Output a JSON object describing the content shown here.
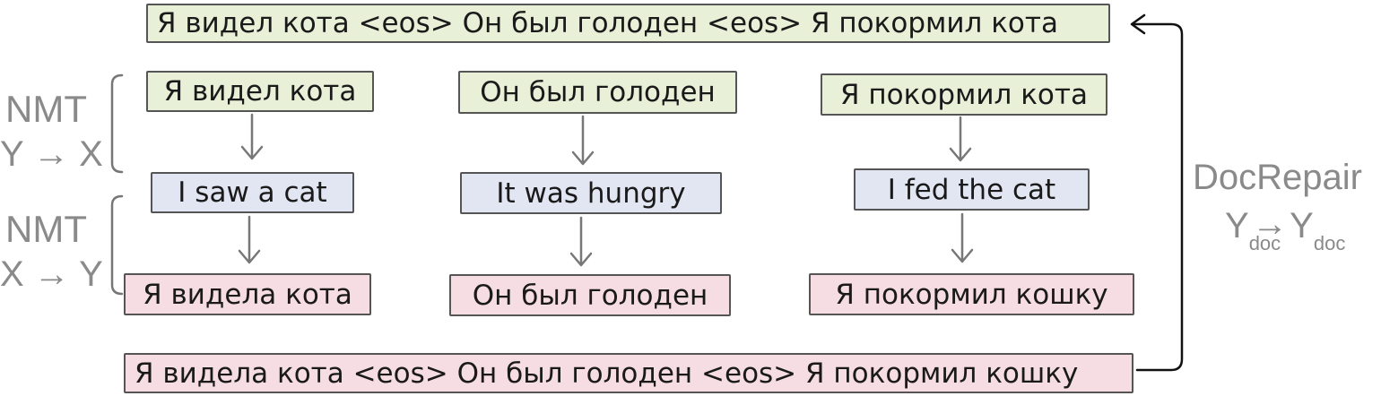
{
  "top_sequence": "Я видел кота <eos> Он был голоден <eos> Я покормил кота",
  "bottom_sequence": "Я видела кота <eos> Он был голоден <eos> Я покормил кошку",
  "columns": [
    {
      "target_original": "Я видел кота",
      "source": "I saw a cat",
      "target_translated": "Я видела кота"
    },
    {
      "target_original": "Он был голоден",
      "source": "It was hungry",
      "target_translated": "Он был голоден"
    },
    {
      "target_original": "Я покормил кота",
      "source": "I fed the cat",
      "target_translated": "Я покормил кошку"
    }
  ],
  "nmt_backward": {
    "title": "NMT",
    "direction": "Y → X"
  },
  "nmt_forward": {
    "title": "NMT",
    "direction": "X → Y"
  },
  "docrepair": {
    "title": "DocRepair",
    "from": "Y",
    "from_sub": "doc",
    "to": "Y",
    "to_sub": "doc"
  },
  "colors": {
    "green_box": "#e8f0d8",
    "blue_box": "#e2e6f2",
    "pink_box": "#f6dde3",
    "border": "#555555",
    "arrow_gray": "#777777",
    "label_gray": "#8a8a8a"
  }
}
